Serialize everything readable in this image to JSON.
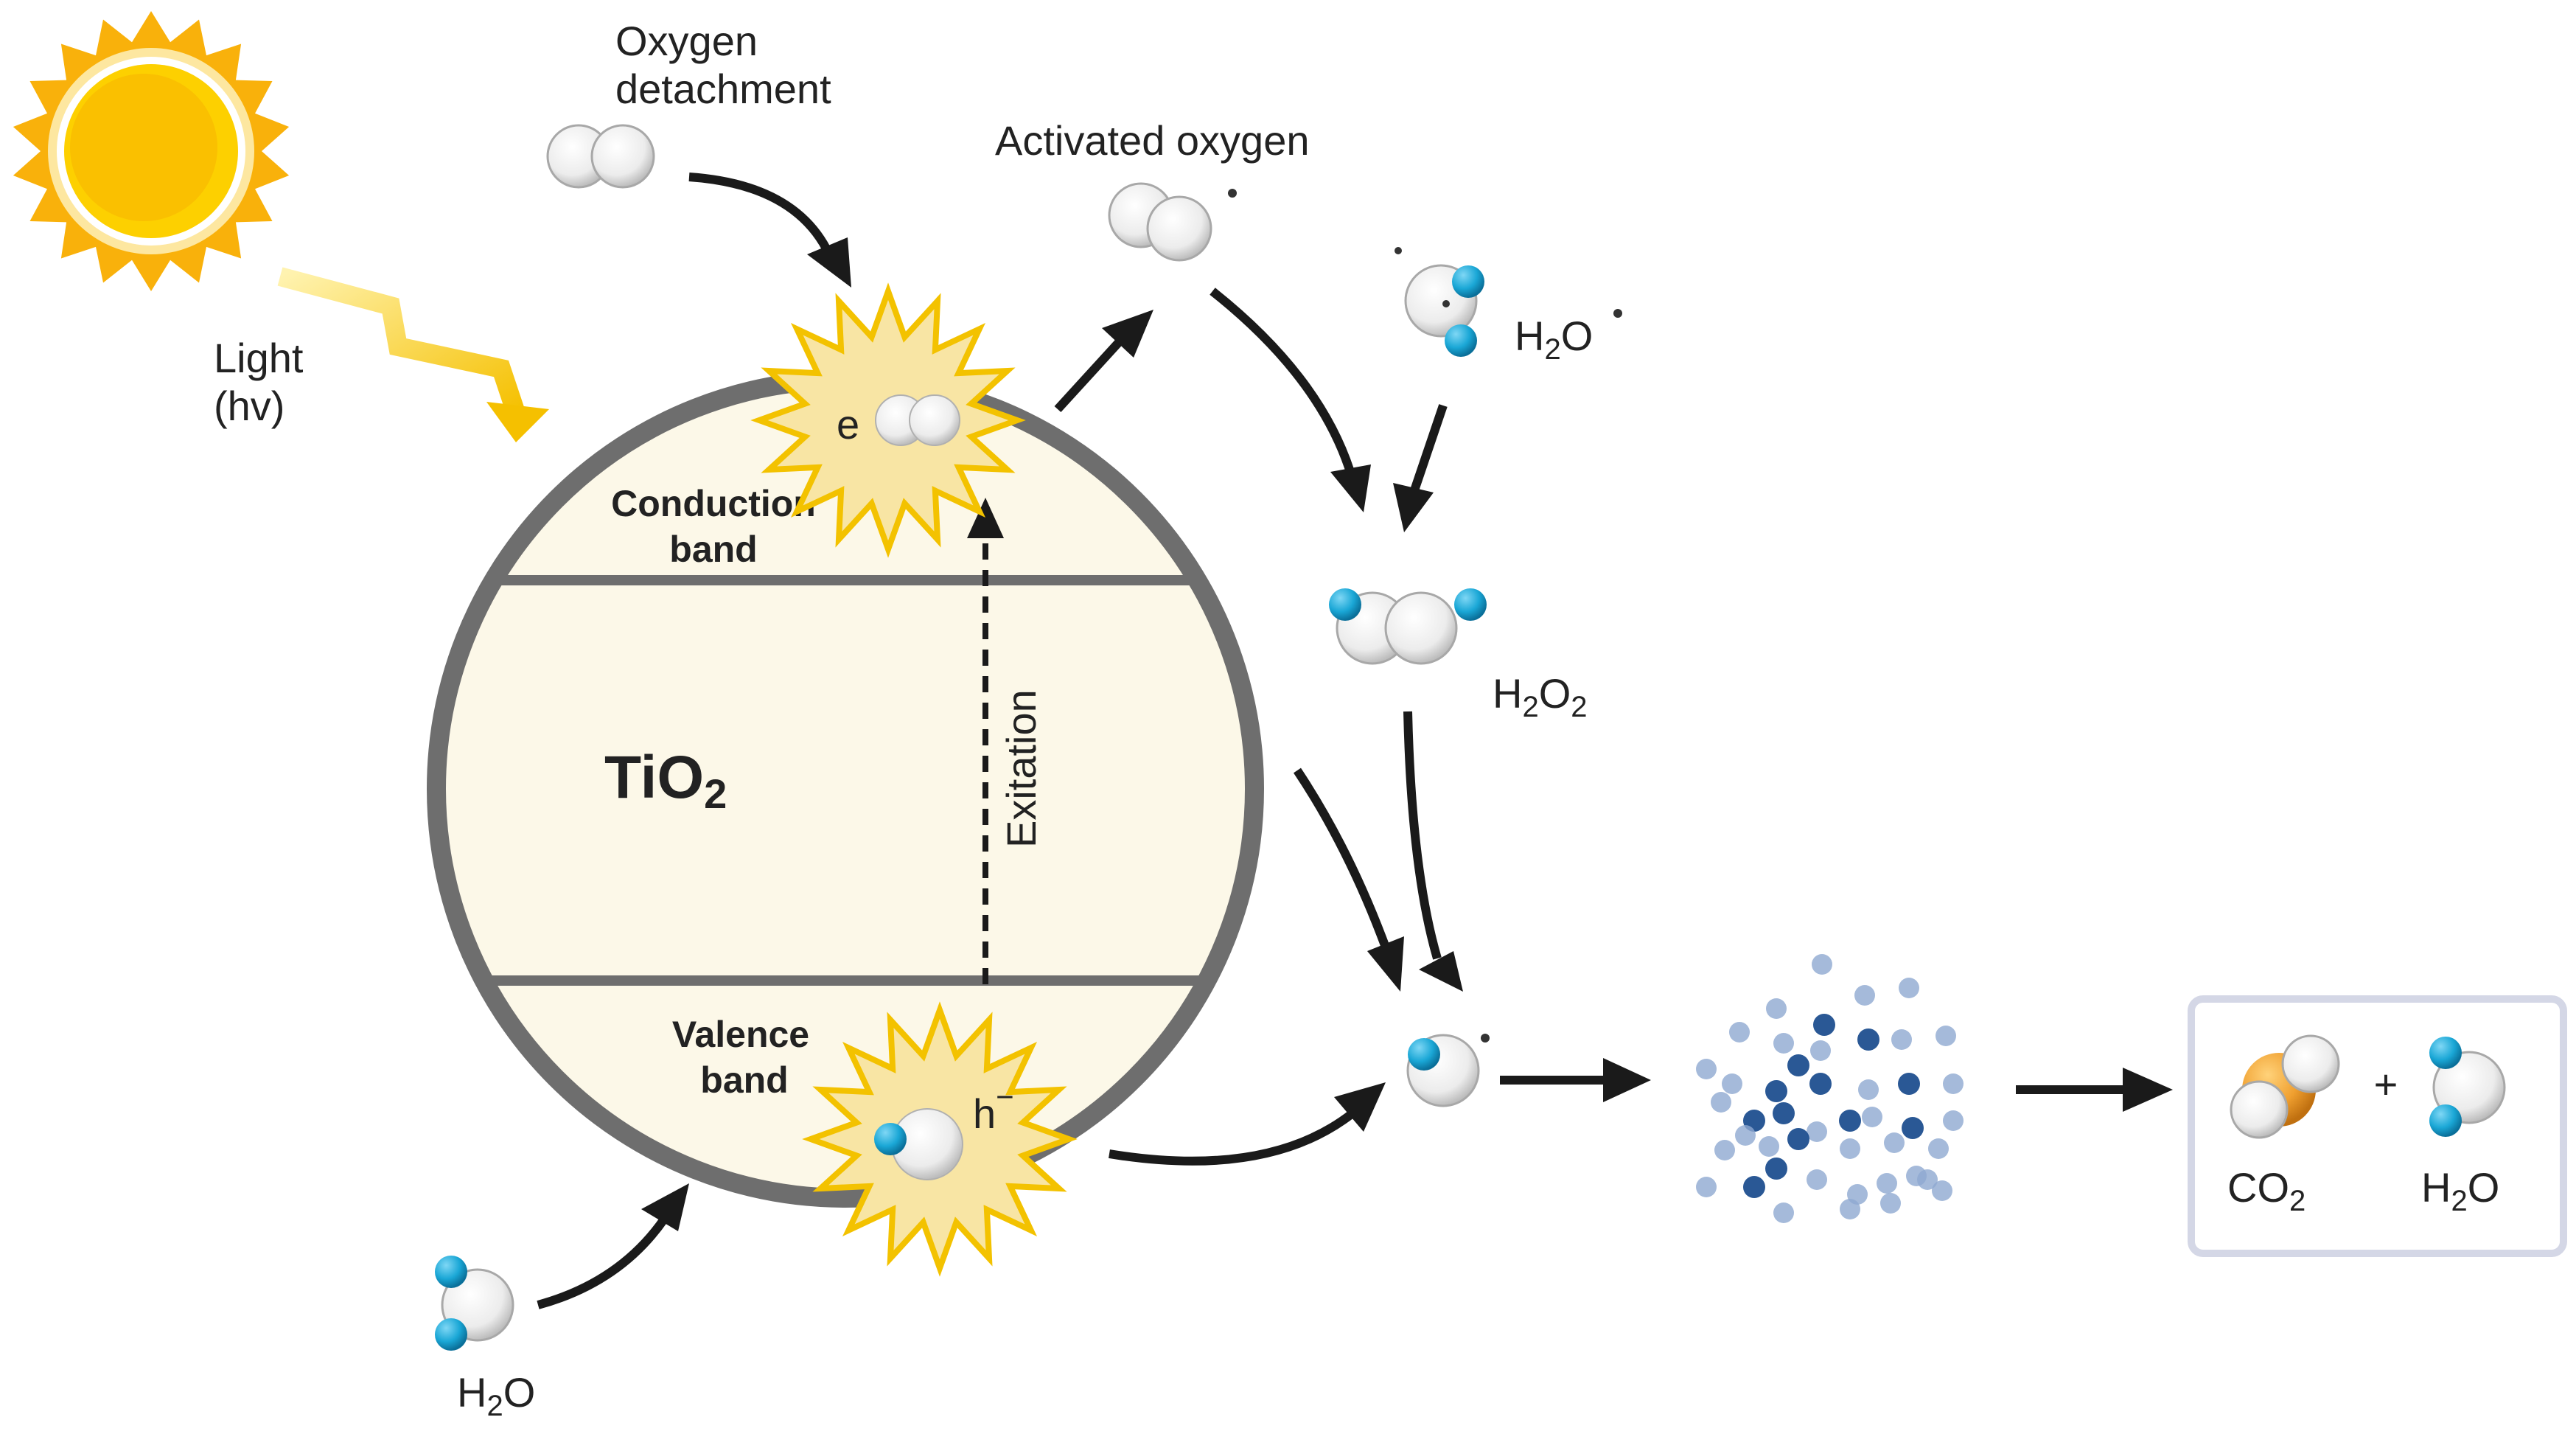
{
  "labels": {
    "oxygen_detachment_line1": "Oxygen",
    "oxygen_detachment_line2": "detachment",
    "activated_oxygen": "Activated oxygen",
    "light_line1": "Light",
    "light_line2": "(hv)",
    "electron": "e",
    "hole": "h",
    "hole_sign": "−",
    "conduction_band_line1": "Conduction",
    "conduction_band_line2": "band",
    "valence_band_line1": "Valence",
    "valence_band_line2": "band",
    "excitation": "Exitation",
    "tio2_main": "TiO",
    "tio2_sub": "2",
    "h2o_radical_h": "H",
    "h2o_radical_sub": "2",
    "h2o_radical_o": "O",
    "h2o2_h": "H",
    "h2o2_sub1": "2",
    "h2o2_o": "O",
    "h2o2_sub2": "2",
    "h2o_bottom_h": "H",
    "h2o_bottom_sub": "2",
    "h2o_bottom_o": "O",
    "co2_c": "CO",
    "co2_sub": "2",
    "plus": "+",
    "h2o_product_h": "H",
    "h2o_product_sub": "2",
    "h2o_product_o": "O"
  },
  "colors": {
    "sun_outer": "#F9B10B",
    "sun_inner": "#FDD000",
    "light_ray": "#F7C600",
    "band_fill": "#FCF8E8",
    "sphere_border": "#6E6E6E",
    "starburst_fill": "#F8E5A4",
    "starburst_stroke": "#F3C200",
    "oxygen_atom": "#F2F2F2",
    "hydrogen_atom": "#1AA7D6",
    "carbon_atom": "#F0A030",
    "pollutant_dark": "#1F4F8F",
    "pollutant_light": "#8FA9D1",
    "arrow": "#1A1A1A",
    "product_box": "#D4D7E6"
  },
  "icons": [
    "sun-icon",
    "light-ray-icon",
    "oxygen-molecule-icon",
    "hydroxyl-radical-icon",
    "hydrogen-peroxide-icon",
    "water-molecule-icon",
    "carbon-dioxide-icon",
    "pollutant-cloud-icon"
  ]
}
